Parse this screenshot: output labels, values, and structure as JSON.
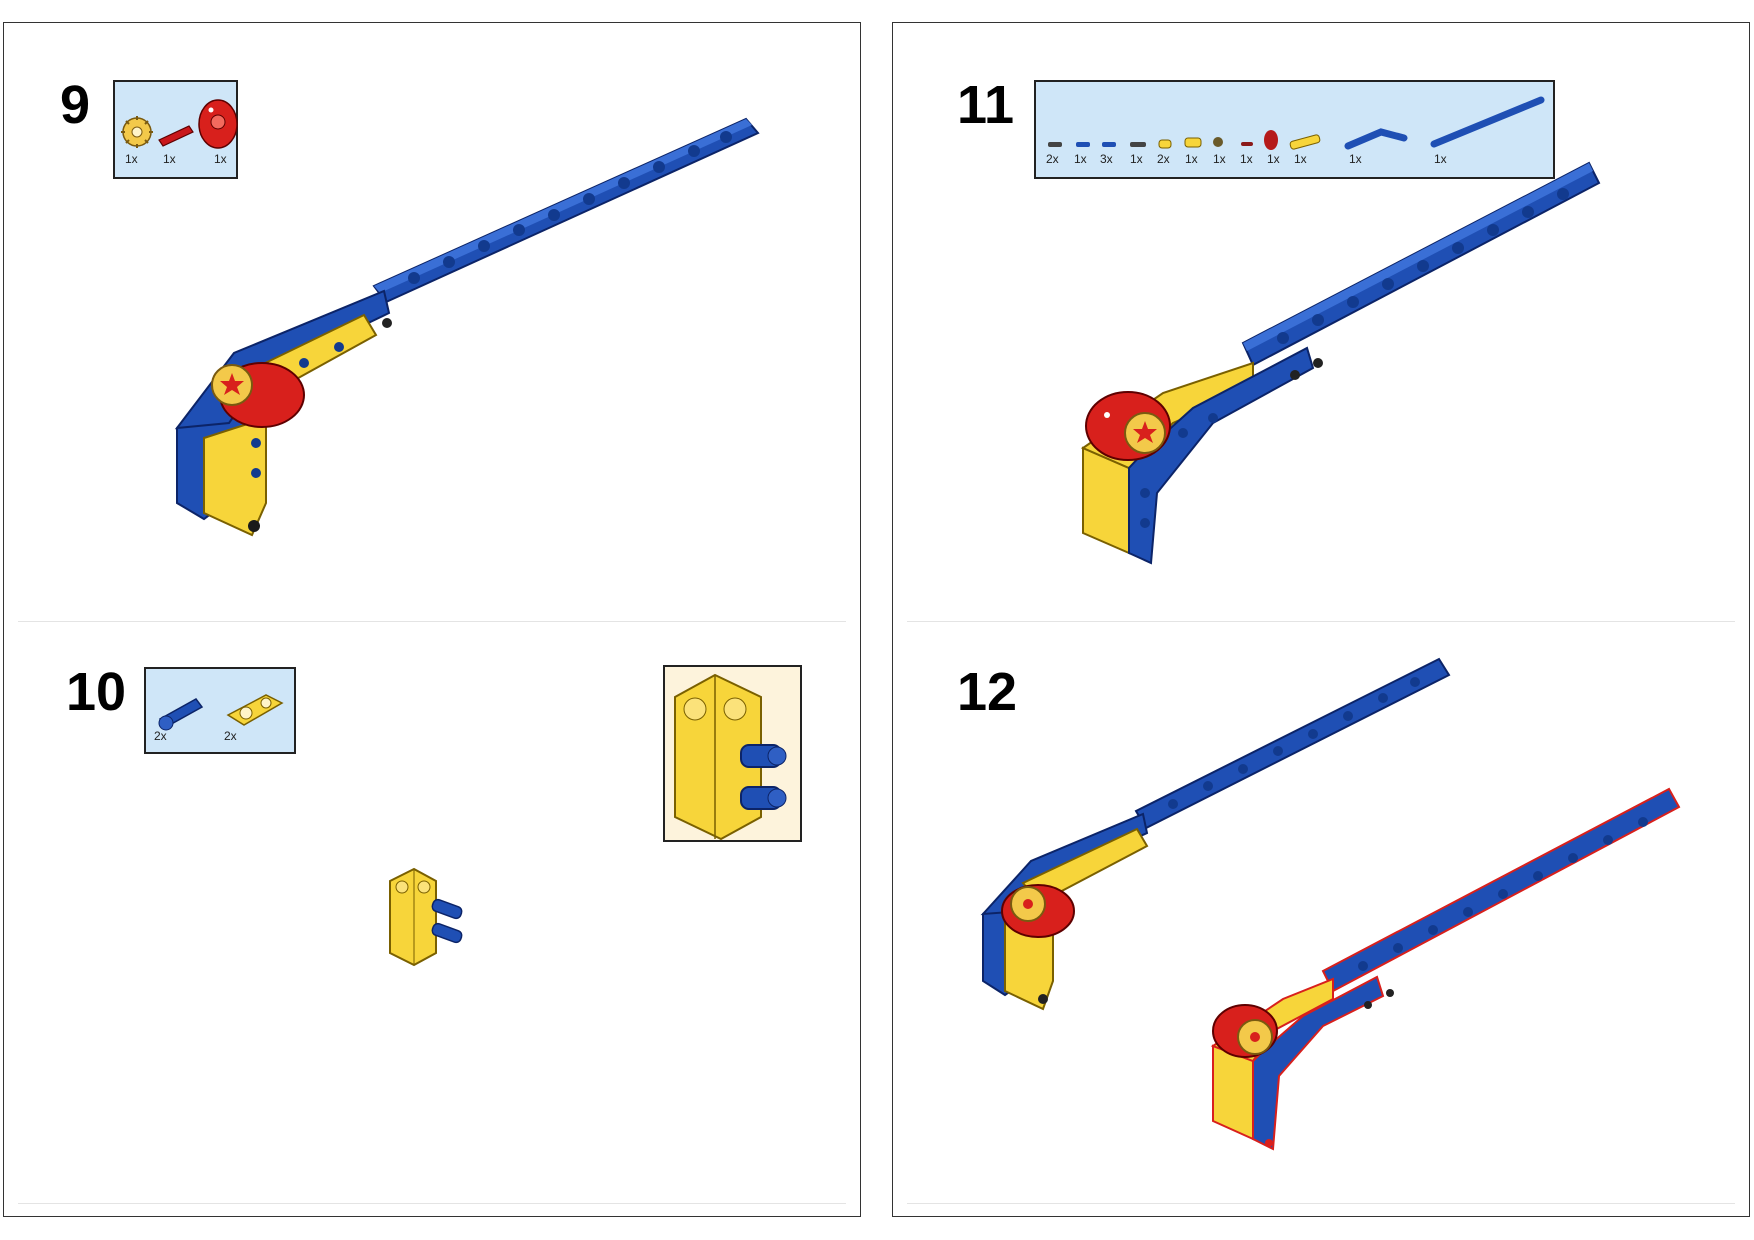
{
  "steps": [
    {
      "number": "9",
      "parts": [
        {
          "qty": "1x",
          "icon": "gear-icon"
        },
        {
          "qty": "1x",
          "icon": "axle-icon"
        },
        {
          "qty": "1x",
          "icon": "cam-icon"
        }
      ]
    },
    {
      "number": "10",
      "parts": [
        {
          "qty": "2x",
          "icon": "pin-icon"
        },
        {
          "qty": "2x",
          "icon": "connector-icon"
        }
      ]
    },
    {
      "number": "11",
      "parts": [
        {
          "qty": "2x"
        },
        {
          "qty": "1x"
        },
        {
          "qty": "3x"
        },
        {
          "qty": "1x"
        },
        {
          "qty": "2x"
        },
        {
          "qty": "1x"
        },
        {
          "qty": "1x"
        },
        {
          "qty": "1x"
        },
        {
          "qty": "1x"
        },
        {
          "qty": "1x"
        },
        {
          "qty": "1x"
        },
        {
          "qty": "1x"
        }
      ]
    },
    {
      "number": "12"
    }
  ],
  "colors": {
    "blue": "#1f4fb4",
    "yellow": "#f7d53a",
    "red": "#d8201c",
    "callout": "#cfe6f8",
    "inset": "#fdf3dc"
  }
}
